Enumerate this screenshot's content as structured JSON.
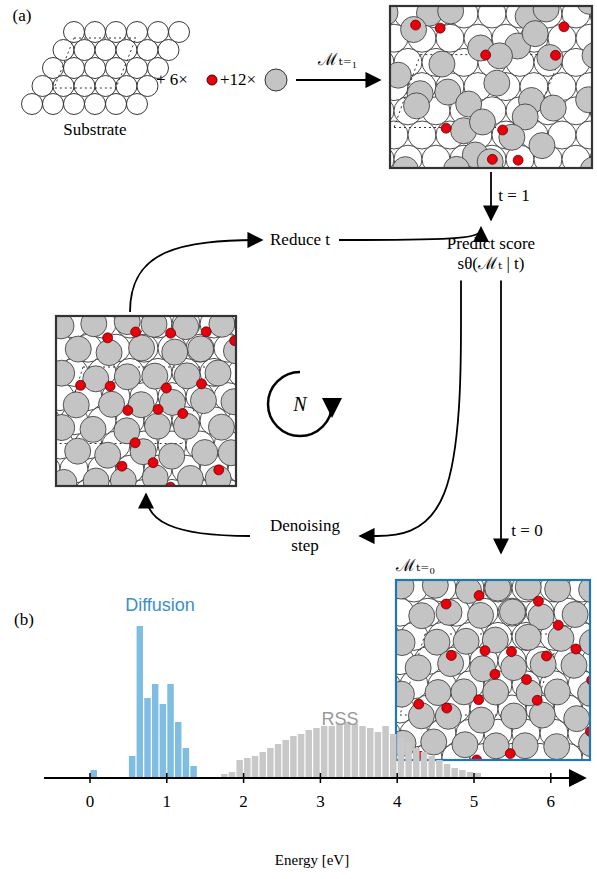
{
  "diagram": {
    "nodes": [
      {
        "text": [
          "Substrate"
        ]
      },
      {
        "text": [
          "Reduce t"
        ]
      },
      {
        "text": [
          "Predict score",
          "sθ(ℳₜ | t)"
        ]
      },
      {
        "text": [
          "Denoising step"
        ]
      },
      {
        "text": [
          "ℳₜ₌₀"
        ]
      }
    ],
    "edges": [
      {
        "from": 1,
        "to": 2,
        "arrow": "to"
      },
      {
        "from": 2,
        "to": 3,
        "arrow": "to"
      },
      {
        "from": 2,
        "to": 4,
        "label": "t = 0",
        "arrow": "to"
      }
    ],
    "labels": [
      "(a)",
      "+ 6×",
      "+12×",
      "ℳₜ₌₁",
      "t = 1",
      "N",
      "(b)",
      "Diffusion",
      "RSS",
      "0",
      "1",
      "2",
      "3",
      "4",
      "5",
      "6",
      "Energy [eV]"
    ]
  }
}
